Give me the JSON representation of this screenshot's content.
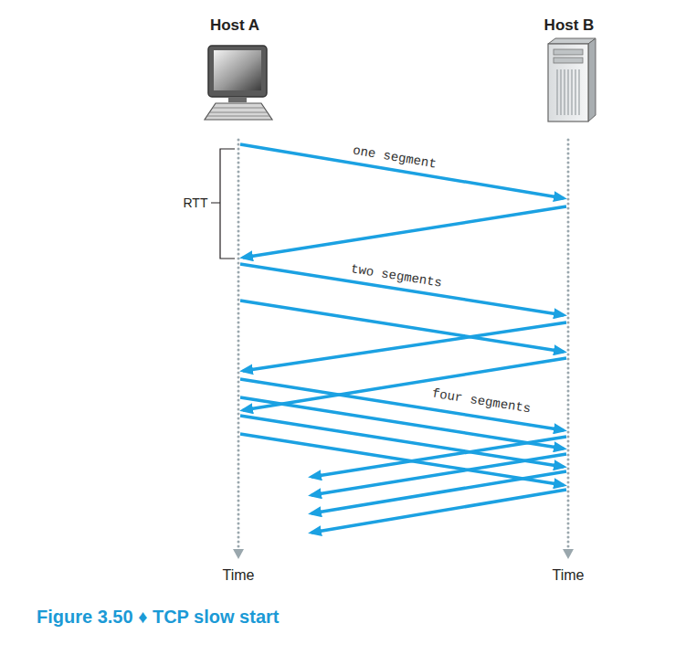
{
  "diagram": {
    "caption": "Figure 3.50 ♦ TCP slow start",
    "labels": [
      "Host A",
      "Host B",
      "RTT",
      "one segment",
      "two segments",
      "four segments",
      "Time",
      "Time"
    ]
  }
}
